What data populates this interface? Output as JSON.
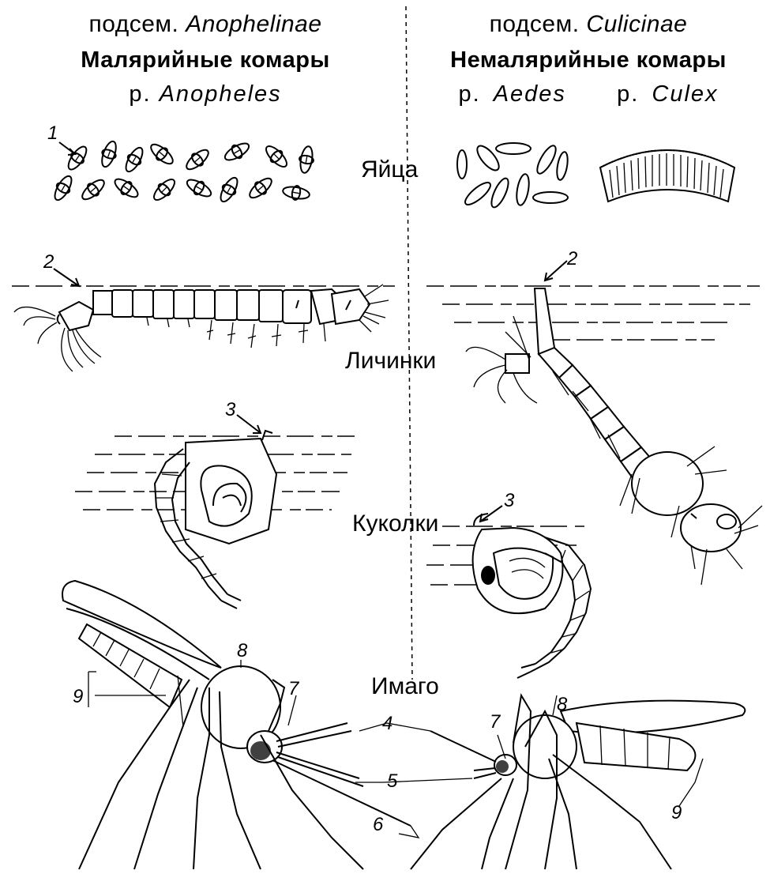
{
  "left_header": {
    "subfamily_prefix": "подсем.",
    "subfamily_name": "Anophelinae",
    "group": "Малярийные комары",
    "genus_prefix": "р.",
    "genus_name": "Anopheles"
  },
  "right_header": {
    "subfamily_prefix": "подсем.",
    "subfamily_name": "Culicinae",
    "group": "Немалярийные комары",
    "genus1_prefix": "р.",
    "genus1_name": "Aedes",
    "genus2_prefix": "р.",
    "genus2_name": "Culex"
  },
  "stages": {
    "eggs": "Яйца",
    "larvae": "Личинки",
    "pupae": "Куколки",
    "imago": "Имаго"
  },
  "callouts": {
    "n1": "1",
    "n2": "2",
    "n3": "3",
    "n4": "4",
    "n5": "5",
    "n6": "6",
    "n7": "7",
    "n8": "8",
    "n9": "9"
  }
}
